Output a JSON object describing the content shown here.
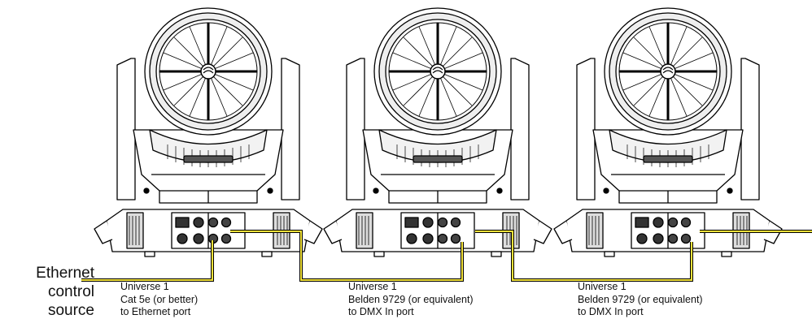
{
  "source": {
    "lines": [
      "Ethernet",
      "control",
      "source"
    ]
  },
  "fixtures": [
    {
      "universe": "Universe 1",
      "cable": "Cat 5e (or better)",
      "port": "to Ethernet port"
    },
    {
      "universe": "Universe 1",
      "cable": "Belden 9729 (or equivalent)",
      "port": "to DMX In port"
    },
    {
      "universe": "Universe 1",
      "cable": "Belden 9729 (or equivalent)",
      "port": "to DMX In port"
    }
  ],
  "colors": {
    "line": "#000000",
    "cable": "#f2e23a",
    "background": "#ffffff"
  }
}
